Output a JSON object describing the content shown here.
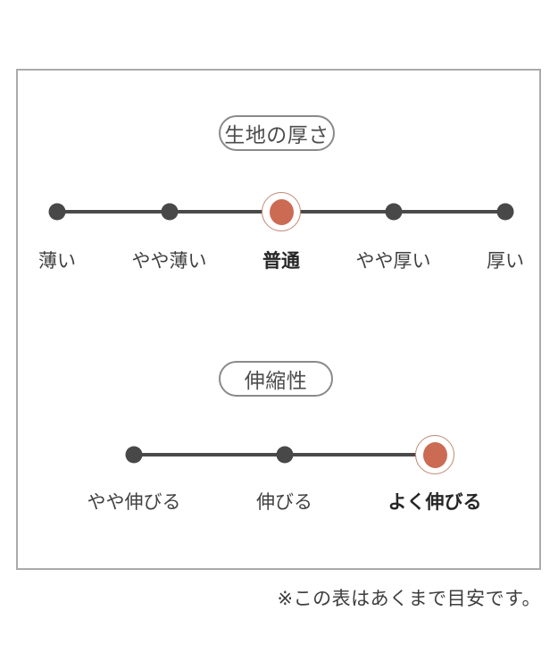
{
  "page": {
    "footnote": "※この表はあくまで目安です。"
  },
  "colors": {
    "accent": "#cc6b53",
    "accent_ring": "#c08a76",
    "track": "#4a4a4a",
    "panel_border": "#aaaaaa",
    "text": "#404040"
  },
  "scales": [
    {
      "title": "生地の厚さ",
      "selected_label": "普通",
      "selected_index": 2,
      "options": [
        {
          "label": "薄い",
          "selected": false
        },
        {
          "label": "やや薄い",
          "selected": false
        },
        {
          "label": "普通",
          "selected": true
        },
        {
          "label": "やや厚い",
          "selected": false
        },
        {
          "label": "厚い",
          "selected": false
        }
      ]
    },
    {
      "title": "伸縮性",
      "selected_label": "よく伸びる",
      "selected_index": 2,
      "options": [
        {
          "label": "やや伸びる",
          "selected": false
        },
        {
          "label": "伸びる",
          "selected": false
        },
        {
          "label": "よく伸びる",
          "selected": true
        }
      ]
    }
  ]
}
